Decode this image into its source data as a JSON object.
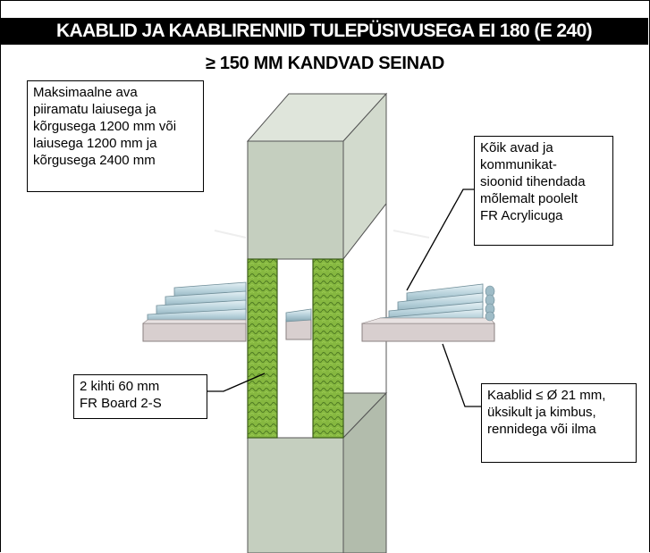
{
  "title": "KAABLID JA KAABLIRENNID TULEPÜSIVUSEGA EI 180 (E 240)",
  "subtitle": "≥ 150 MM KANDVAD SEINAD",
  "callouts": {
    "max_opening": {
      "lines": [
        "Maksimaalne ava",
        "piiramatu laiusega ja",
        "kõrgusega 1200 mm või",
        "laiusega 1200 mm ja",
        "kõrgusega 2400 mm"
      ]
    },
    "sealing": {
      "lines": [
        "Kõik avad ja",
        "kommunikat-",
        "sioonid tihendada",
        "mõlemalt poolelt",
        "FR Acrylicuga"
      ]
    },
    "board": {
      "lines": [
        "2 kihti 60 mm",
        "FR Board 2-S"
      ]
    },
    "cables": {
      "lines": [
        "Kaablid ≤ Ø 21 mm,",
        "üksikult ja kimbus,",
        "rennidega või ilma"
      ]
    }
  },
  "colors": {
    "wall": "#c9d3c4",
    "wall_shade": "#a8b4a2",
    "board_green": "#7bb03a",
    "cable": "#b9d2dc",
    "tray": "#d8cfcf"
  }
}
